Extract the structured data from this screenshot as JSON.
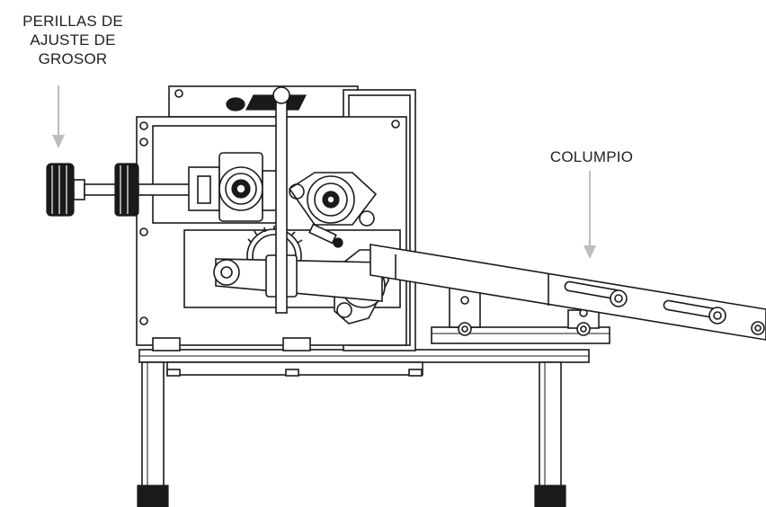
{
  "labels": {
    "knobs_line1": "PERILLAS DE",
    "knobs_line2": "AJUSTE DE",
    "knobs_line3": "GROSOR",
    "swing": "COLUMPIO"
  },
  "colors": {
    "line": "#1a1a1a",
    "arrow": "#bdbdbd",
    "background": "#ffffff"
  }
}
